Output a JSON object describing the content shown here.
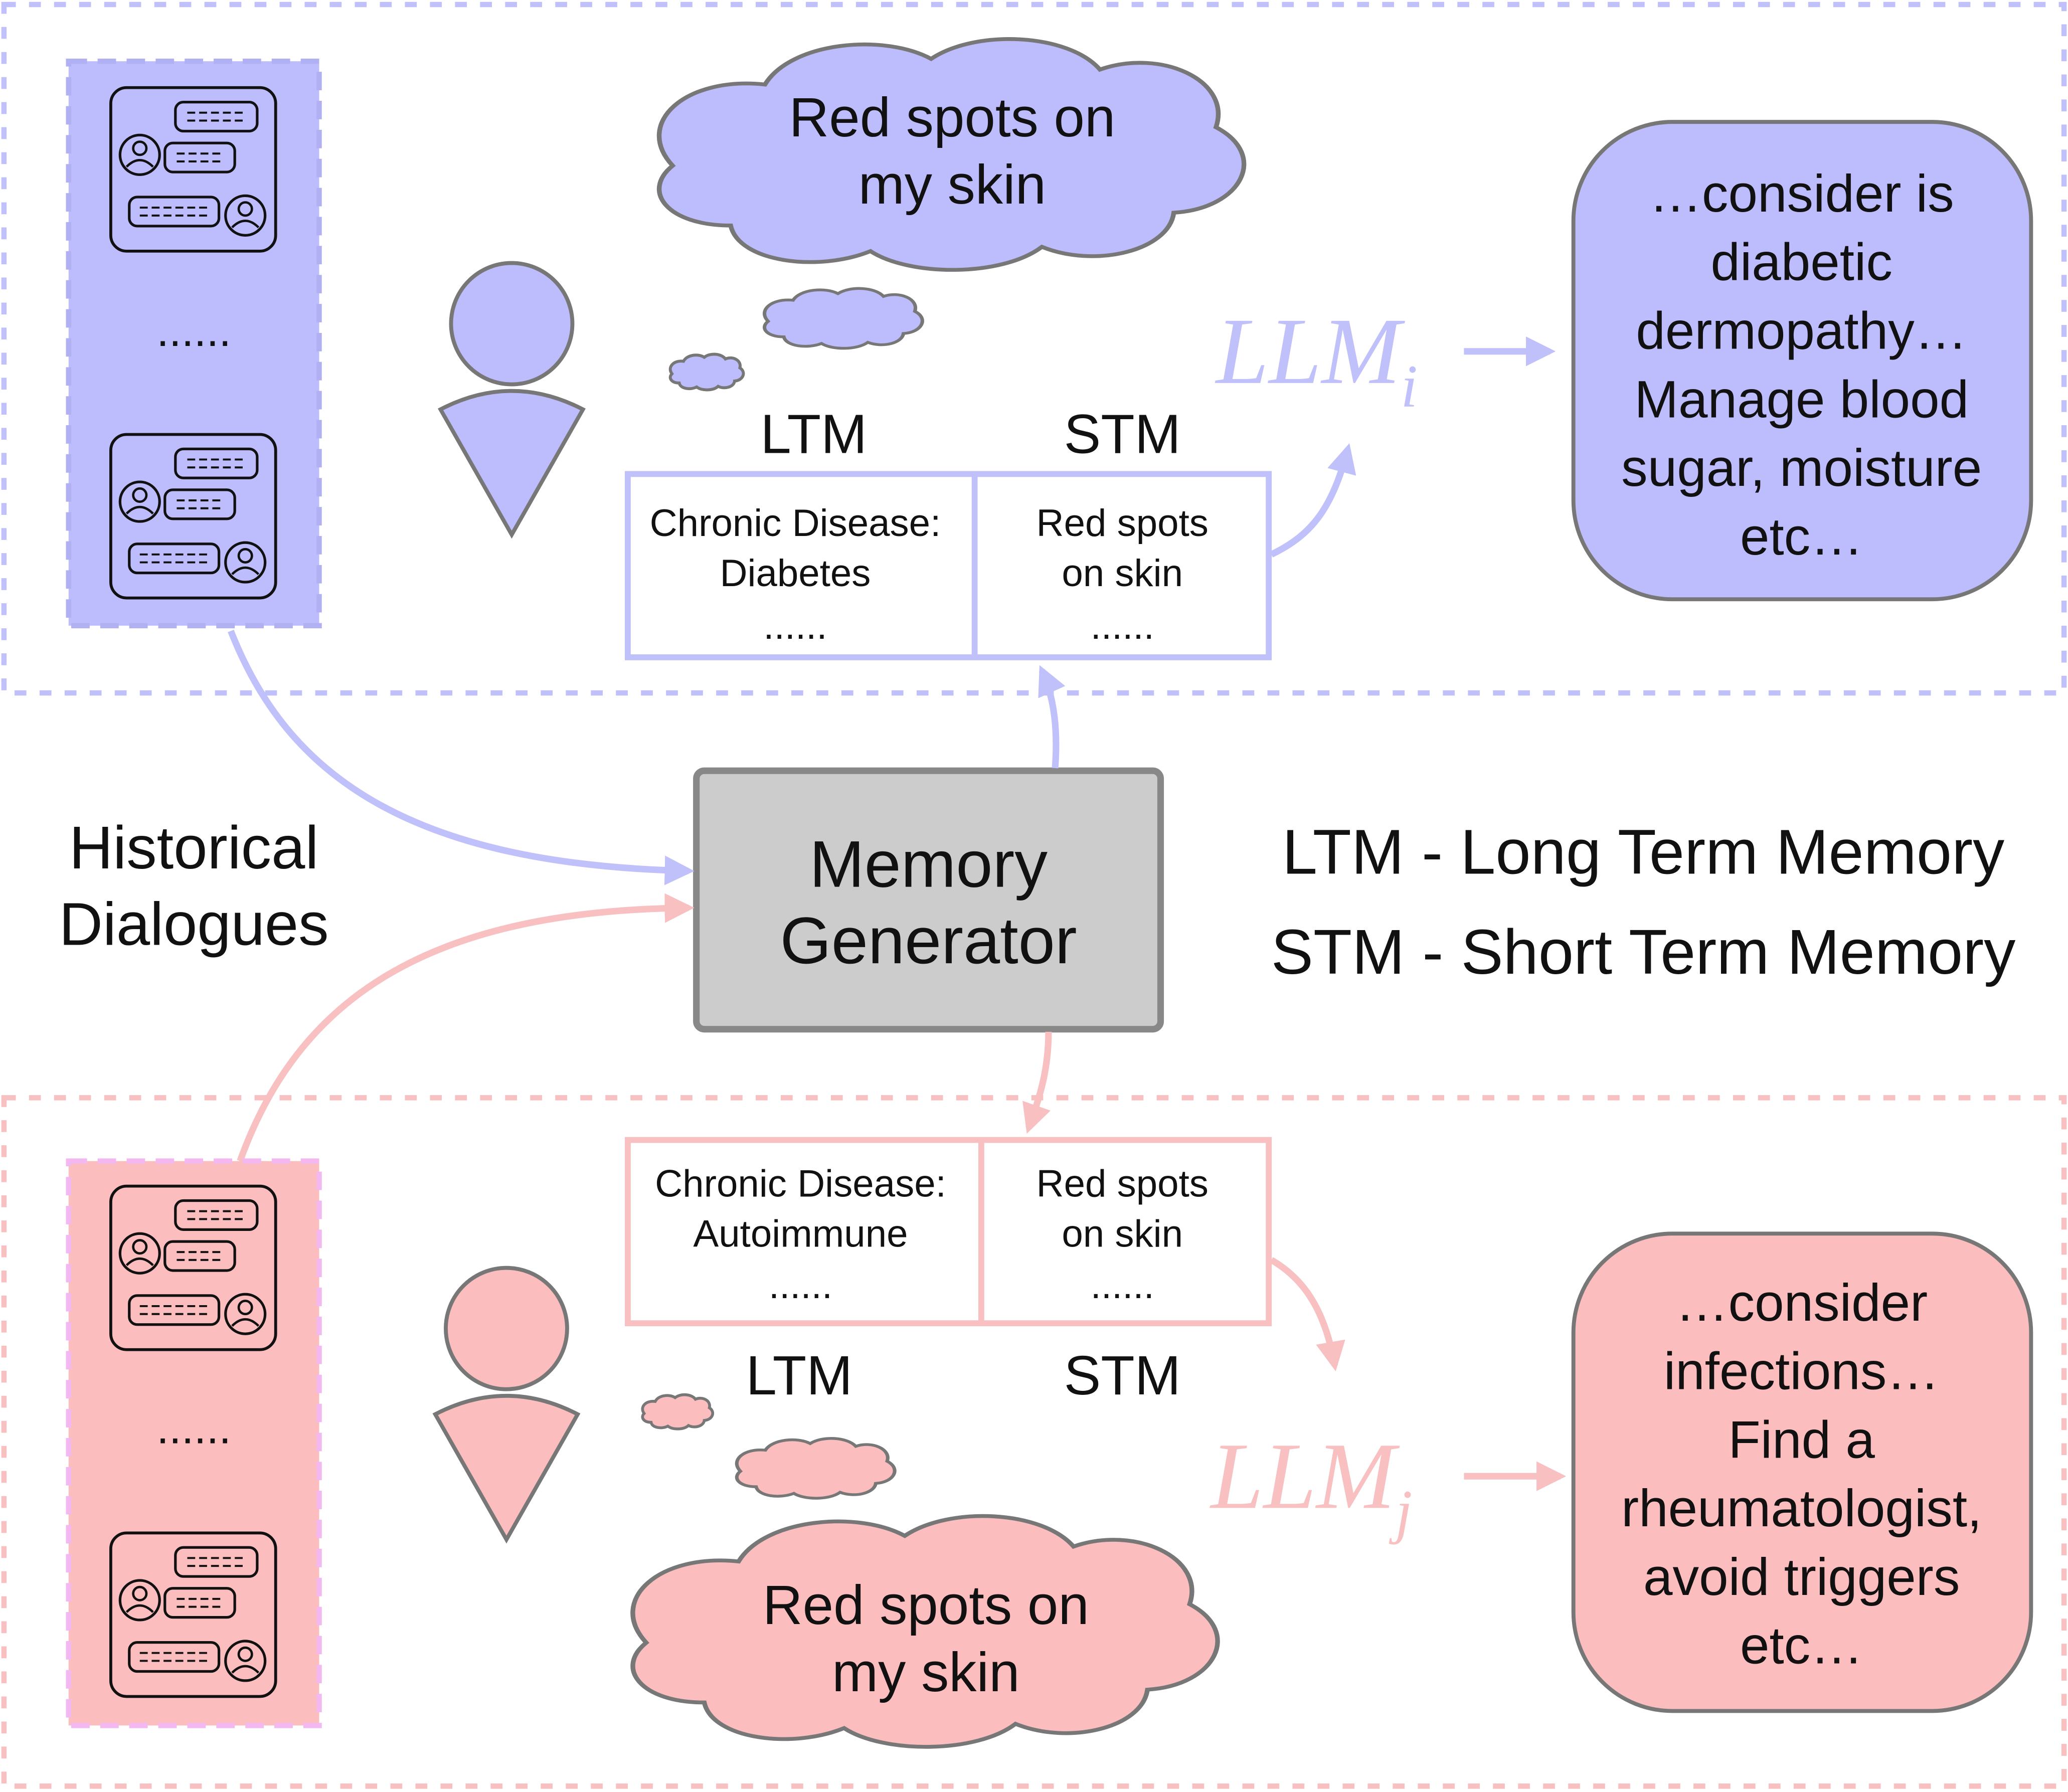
{
  "colors": {
    "blue": "#bdbdfd",
    "blue_line": "#c0c0fb",
    "pink": "#fbbdbd",
    "pink_line": "#f8c0c0",
    "generator_fill": "#cccccc",
    "outline": "#777777",
    "text": "#111111"
  },
  "top_panel": {
    "dialogue_ellipsis": "......",
    "thought_lines": [
      "Red spots on",
      "my skin"
    ],
    "ltm_heading": "LTM",
    "stm_heading": "STM",
    "ltm_cell_lines": [
      "Chronic Disease:",
      "Diabetes",
      "......"
    ],
    "stm_cell_lines": [
      "Red spots",
      "on skin",
      "......"
    ],
    "llm_base": "LLM",
    "llm_sub": "i",
    "response_lines": [
      "…consider is",
      "diabetic",
      "dermopathy…",
      "Manage blood",
      "sugar, moisture",
      "etc…"
    ]
  },
  "middle": {
    "historical_lines": [
      "Historical",
      "Dialogues"
    ],
    "generator_lines": [
      "Memory",
      "Generator"
    ],
    "legend_ltm": "LTM - Long Term Memory",
    "legend_stm": "STM - Short Term Memory"
  },
  "bottom_panel": {
    "dialogue_ellipsis": "......",
    "thought_lines": [
      "Red spots on",
      "my skin"
    ],
    "ltm_heading": "LTM",
    "stm_heading": "STM",
    "ltm_cell_lines": [
      "Chronic Disease:",
      "Autoimmune",
      "......"
    ],
    "stm_cell_lines": [
      "Red spots",
      "on skin",
      "......"
    ],
    "llm_base": "LLM",
    "llm_sub": "j",
    "response_lines": [
      "…consider",
      "infections…",
      "Find a",
      "rheumatologist,",
      "avoid triggers",
      "etc…"
    ]
  },
  "icons": {
    "dialogue": "chat-dialogue-icon",
    "user": "person-icon",
    "thought": "thought-cloud-icon"
  }
}
